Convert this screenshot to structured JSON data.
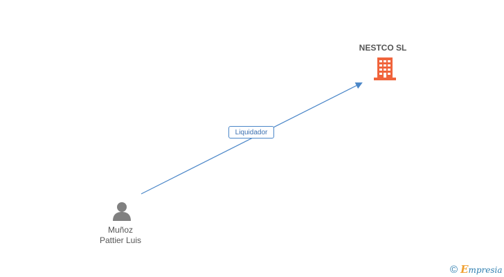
{
  "company": {
    "name": "NESTCO SL",
    "icon": "building-icon",
    "color": "#f0643c"
  },
  "person": {
    "name_line1": "Muñoz",
    "name_line2": "Pattier Luis",
    "icon": "person-icon",
    "color": "#808080"
  },
  "relation": {
    "label": "Liquidador",
    "color": "#4a86c8"
  },
  "brand": {
    "copyright": "©",
    "first_letter": "E",
    "rest": "mpresia"
  }
}
